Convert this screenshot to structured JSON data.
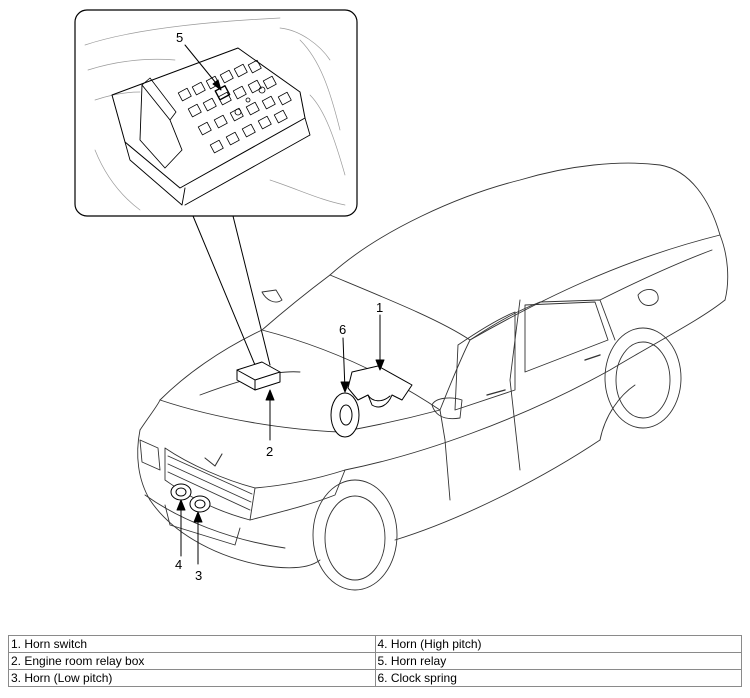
{
  "callouts": {
    "c1": "1",
    "c2": "2",
    "c3": "3",
    "c4": "4",
    "c5": "5",
    "c6": "6"
  },
  "legend": {
    "rows": [
      [
        "1. Horn switch",
        "4. Horn (High pitch)"
      ],
      [
        "2. Engine room relay box",
        "5. Horn relay"
      ],
      [
        "3. Horn (Low pitch)",
        "6. Clock spring"
      ]
    ]
  }
}
